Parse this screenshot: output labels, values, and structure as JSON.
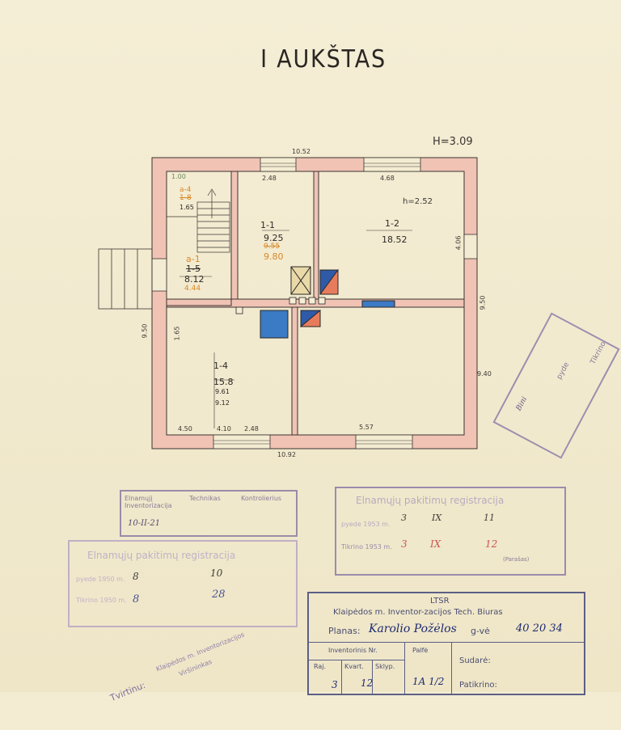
{
  "title": "I AUKŠTAS",
  "height_label": "H=3.09",
  "dims": {
    "top": "10.52",
    "bottom": "10.92",
    "left": "9.50",
    "right_a": "9.50",
    "right_b": "9.40",
    "r1_w": "2.48",
    "r2_w": "4.68",
    "r2_h": "4.06",
    "r2_ceiling": "h=2.52",
    "lower_left_w": "4.50",
    "lower_mid_w": "4.10",
    "lower_mid_w2": "2.48",
    "lower_right_w": "5.57",
    "stair_top": "1.00",
    "stair_h": "1.65"
  },
  "rooms": {
    "r11_id": "1-1",
    "r11_area": "9.25",
    "r11_old": "9.55",
    "r11_new": "9.80",
    "r12_id": "1-2",
    "r12_area": "18.52",
    "ra1_id": "a-1",
    "ra1_old": "1-5",
    "ra1_area": "8.12",
    "ra1_new": "4.44",
    "ra4_id": "a-4",
    "ra4_old": "1-8",
    "ra4_h": "1.65",
    "r14_id": "1-4",
    "r14_area": "15.8",
    "r14_a": "9.61",
    "r14_b": "9.12"
  },
  "stamps": {
    "s1_h1": "Elnamųjį Inventorizacija",
    "s1_h2": "Technikas",
    "s1_h3": "Kontrolierius",
    "s1_date": "10-II-21",
    "s2_title": "Elnamųjų pakitimų registracija",
    "s2_r1": "pyede 1950 m.",
    "s2_r2": "Tikrino 1950 m.",
    "s2_v1": "8",
    "s2_v2": "10",
    "s2_v3": "8",
    "s2_v4": "28",
    "s3_title": "Elnamųjų pakitimų registracija",
    "s3_r1": "pyede 1953 m.",
    "s3_r2": "Tikrino 1953 m.",
    "s3_v1": "3",
    "s3_v2": "IX",
    "s3_v3": "11",
    "s3_v4": "3",
    "s3_v5": "IX",
    "s3_v6": "12",
    "s3_sig": "(Parašas)",
    "s4_t1": "Tikrino",
    "s4_t2": "pyde",
    "s4_t3": "Bini",
    "s5_t1": "Tvirtinu:",
    "s5_t2": "Klaipėdos m. Inventorizacijos",
    "s5_t3": "Viršininkas"
  },
  "info": {
    "line1": "LTSR",
    "line2": "Klaipėdos m. Inventor-zacijos Tech. Biuras",
    "plan_label": "Planas:",
    "plan_value": "Karolio Požėlos",
    "plan_suffix": "g-vė",
    "plan_num": "40 20 34",
    "inv_label": "Inventorinis Nr.",
    "palfe": "Palfė",
    "col1": "Raj.",
    "col2": "Kvart.",
    "col3": "Sklyp.",
    "sudare": "Sudarė:",
    "patikrino": "Patikrino:",
    "v1": "3",
    "v2": "12",
    "v3": "1A 1/2"
  }
}
